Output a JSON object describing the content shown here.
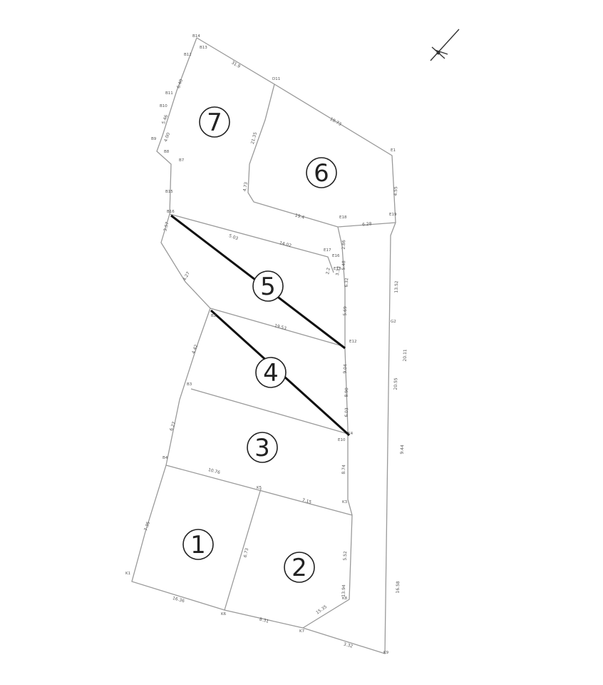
{
  "lots": [
    {
      "label": "1"
    },
    {
      "label": "2"
    },
    {
      "label": "3"
    },
    {
      "label": "4"
    },
    {
      "label": "5"
    },
    {
      "label": "6"
    },
    {
      "label": "7"
    }
  ],
  "dimension_labels": [
    "31.9",
    "18.73",
    "21.35",
    "19.4",
    "6.28",
    "2.86",
    "5.48",
    "6.40",
    "5.46",
    "4.00",
    "4.73",
    "3.33",
    "2.2",
    "6.32",
    "5.69",
    "3.57",
    "5.03",
    "14.02",
    "4.27",
    "19.53",
    "9.04",
    "8.90",
    "6.03",
    "4.42",
    "6.27",
    "10.76",
    "7.15",
    "8.74",
    "5.52",
    "7.35",
    "6.73",
    "13.94",
    "15.35",
    "16.36",
    "8.31",
    "3.32",
    "4.55",
    "13.52",
    "20.11",
    "9.44",
    "16.58",
    "20.55"
  ],
  "point_labels": [
    "B14",
    "B13",
    "B12",
    "B11",
    "B10",
    "B9",
    "B8",
    "B7",
    "D11",
    "E1",
    "B16",
    "B15",
    "E18",
    "E19",
    "E17",
    "E16",
    "E13",
    "E12",
    "E10",
    "K4",
    "B2",
    "B3",
    "B4",
    "K1",
    "K6",
    "K7",
    "K9",
    "K8",
    "G2",
    "K5",
    "K3"
  ]
}
